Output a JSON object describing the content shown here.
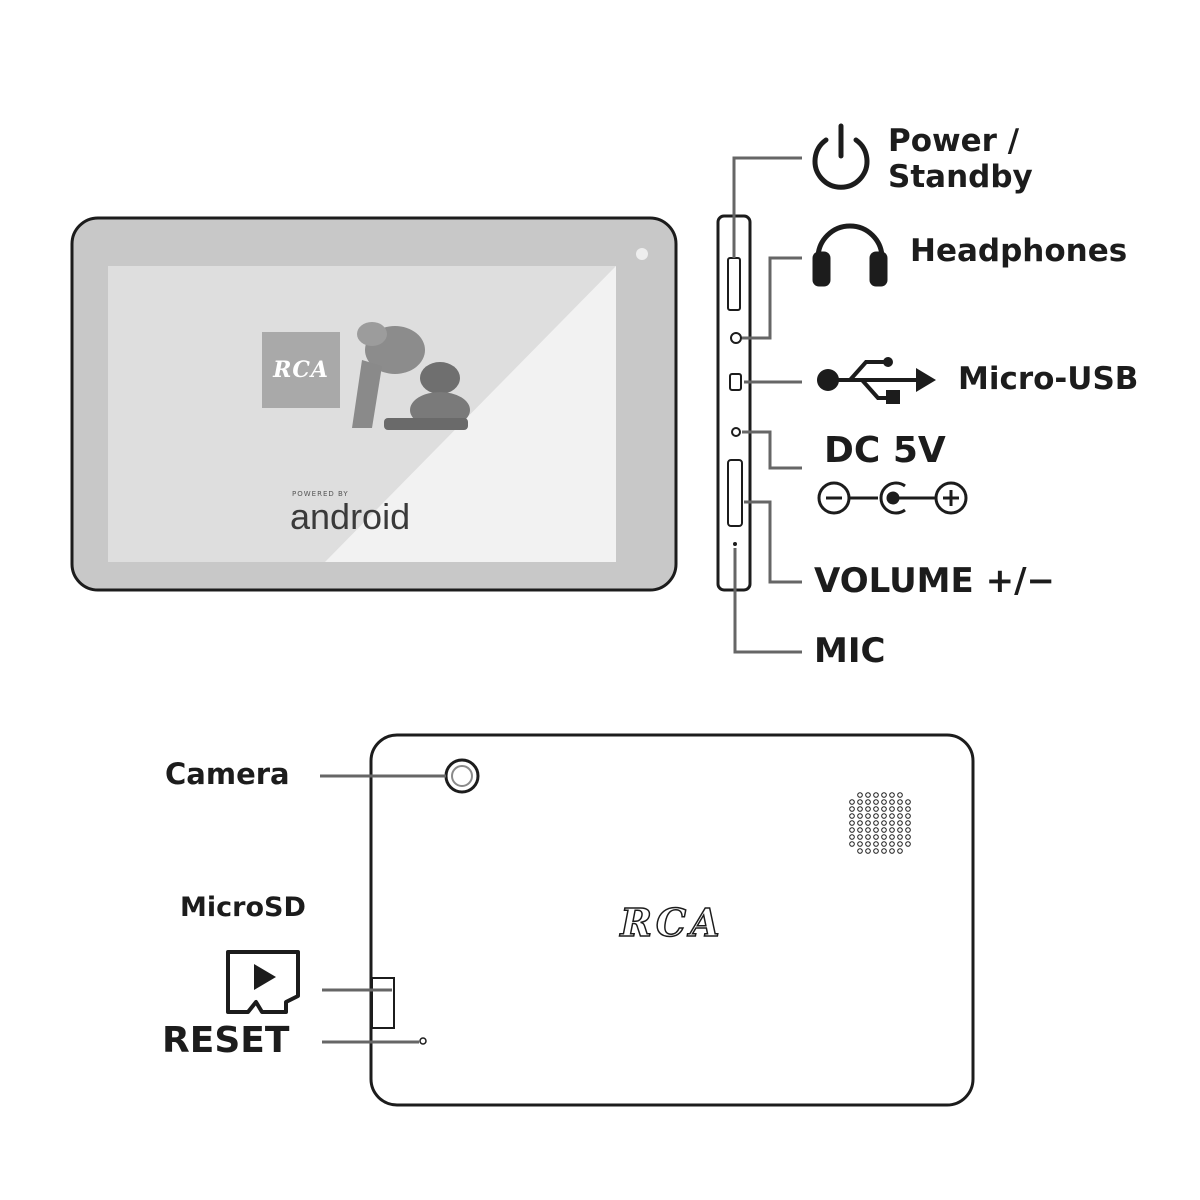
{
  "front": {
    "brand_logo": "RCA",
    "powered_by": "POWERED BY",
    "os_logo": "android"
  },
  "side_labels": {
    "power_line1": "Power /",
    "power_line2": "Standby",
    "headphones": "Headphones",
    "micro_usb": "Micro-USB",
    "dc": "DC 5V",
    "volume": "VOLUME +/−",
    "mic": "MIC"
  },
  "back_labels": {
    "camera": "Camera",
    "microsd": "MicroSD",
    "reset": "RESET",
    "brand_logo": "RCA"
  },
  "icons": [
    "power-icon",
    "headphones-icon",
    "usb-icon",
    "dc-polarity-icon",
    "microsd-card-icon",
    "camera-lens-icon",
    "speaker-grille-icon"
  ],
  "colors": {
    "line": "#1c1c1c",
    "bezel": "#c8c8c8",
    "screen_gray": "#dcdcdc",
    "leader": "#666666"
  }
}
